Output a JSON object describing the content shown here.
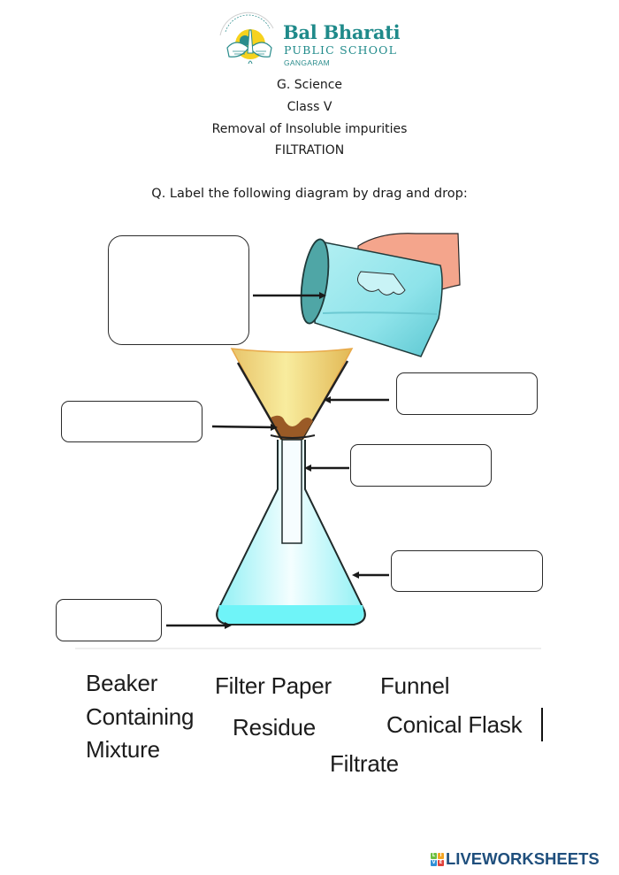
{
  "logo": {
    "name": "Bal Bharati",
    "subtitle": "PUBLIC SCHOOL",
    "branch": "GANGARAM",
    "color": "#1f8a8a"
  },
  "header": {
    "subject": "G. Science",
    "class": "Class V",
    "topic": "Removal of Insoluble impurities",
    "title": "FILTRATION"
  },
  "question": "Q. Label the following diagram by drag and drop:",
  "diagram": {
    "apparatus": [
      "beaker",
      "hand",
      "funnel",
      "filter-paper",
      "residue",
      "conical-flask",
      "filtrate"
    ],
    "drop_boxes": [
      {
        "id": "box-beaker",
        "value": ""
      },
      {
        "id": "box-residue",
        "value": ""
      },
      {
        "id": "box-filter-paper",
        "value": ""
      },
      {
        "id": "box-funnel",
        "value": ""
      },
      {
        "id": "box-conical-flask",
        "value": ""
      },
      {
        "id": "box-filtrate",
        "value": ""
      }
    ],
    "colors": {
      "liquid": "#7ff2f5",
      "beaker": "#8fe3ea",
      "funnel": "#f1d98a",
      "residue": "#9a5a26",
      "hand": "#f4a58c"
    }
  },
  "word_bank": [
    {
      "line1": "Beaker",
      "line2": "Containing",
      "line3": "Mixture"
    },
    {
      "text": "Filter Paper"
    },
    {
      "text": "Funnel"
    },
    {
      "text": "Residue"
    },
    {
      "text": "Conical Flask"
    },
    {
      "text": "Filtrate"
    }
  ],
  "footer": {
    "brand": "LIVEWORKSHEETS",
    "blocks": [
      "L",
      "I",
      "V",
      "E"
    ],
    "block_colors": [
      "#6cbf3f",
      "#f4a522",
      "#2f8fd6",
      "#e0413b"
    ]
  }
}
